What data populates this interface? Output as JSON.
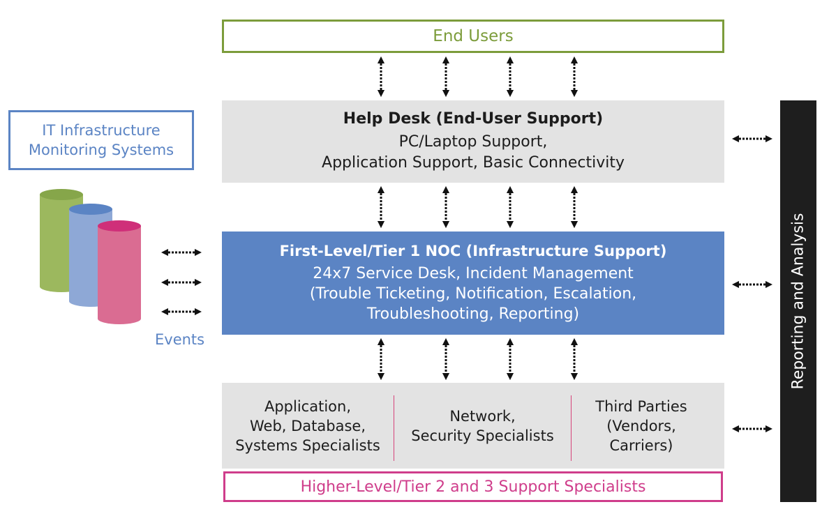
{
  "end_users": "End Users",
  "help_desk": {
    "title": "Help Desk (End-User Support)",
    "line1": "PC/Laptop Support,",
    "line2": "Application Support, Basic Connectivity"
  },
  "noc": {
    "title": "First-Level/Tier 1 NOC (Infrastructure Support)",
    "line1": "24x7 Service Desk, Incident Management",
    "line2": "(Trouble Ticketing, Notification, Escalation,",
    "line3": "Troubleshooting, Reporting)"
  },
  "tier23": {
    "col1": [
      "Application,",
      "Web, Database,",
      "Systems Specialists"
    ],
    "col2": [
      "Network,",
      "Security Specialists"
    ],
    "col3": [
      "Third Parties",
      "(Vendors,",
      "Carriers)"
    ],
    "label": "Higher-Level/Tier 2 and 3 Support Specialists"
  },
  "monitoring": {
    "line1": "IT Infrastructure",
    "line2": "Monitoring Systems",
    "events": "Events"
  },
  "reporting": "Reporting and Analysis",
  "colors": {
    "green": "#7c9c3b",
    "blue": "#5b84c4",
    "magenta": "#cf3d8b",
    "gray": "#e3e3e3",
    "dark": "#1e1e1e"
  }
}
